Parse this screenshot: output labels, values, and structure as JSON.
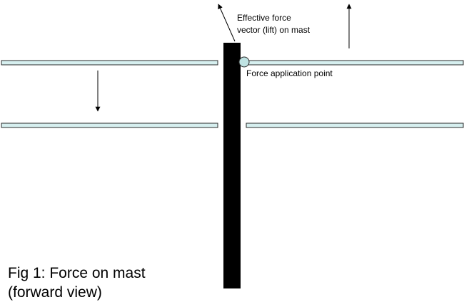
{
  "labels": {
    "force_vector_line1": "Effective force",
    "force_vector_line2": "vector (lift) on mast",
    "application_point": "Force application point"
  },
  "caption": {
    "line1": "Fig 1: Force on mast",
    "line2": "(forward view)"
  },
  "colors": {
    "spar_fill": "#d6efef",
    "spar_stroke": "#2b2b2b",
    "mast": "#000000",
    "point_fill": "#bfe3e3",
    "point_stroke": "#2b2b2b"
  }
}
